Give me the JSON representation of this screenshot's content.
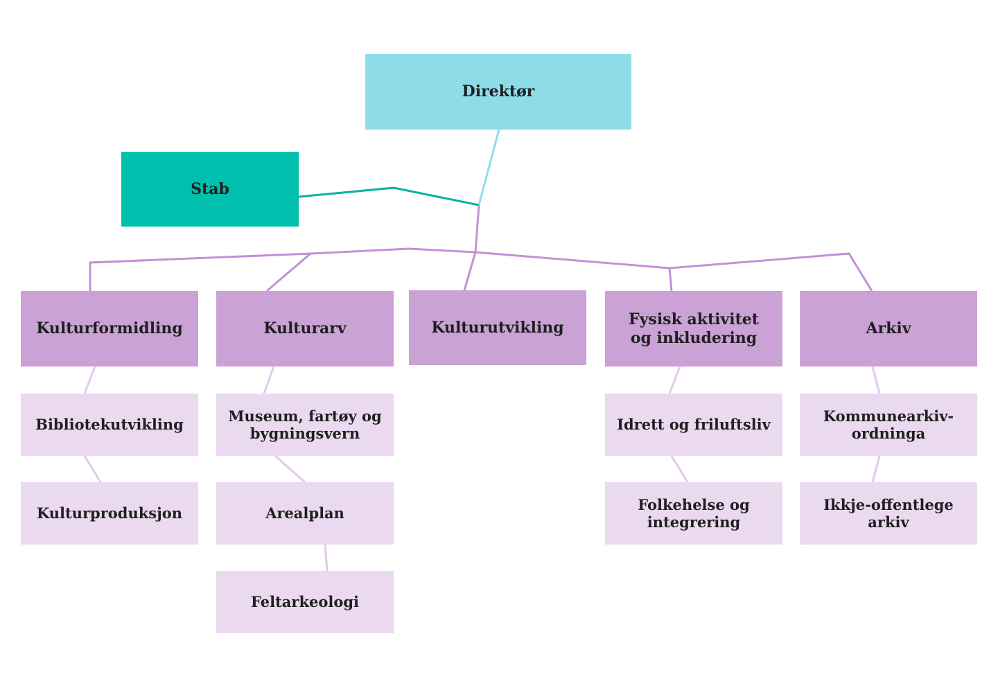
{
  "director": {
    "label": "Direktør"
  },
  "stab": {
    "label": "Stab"
  },
  "departments": [
    {
      "label": "Kulturformidling",
      "units": [
        "Bibliotekutvikling",
        "Kulturproduksjon"
      ]
    },
    {
      "label": "Kulturarv",
      "units": [
        "Museum, fartøy og bygningsvern",
        "Arealplan",
        "Feltarkeologi"
      ]
    },
    {
      "label": "Kulturutvikling",
      "units": []
    },
    {
      "label": "Fysisk aktivitet og inkludering",
      "units": [
        "Idrett og friluftsliv",
        "Folkehelse og integrering"
      ]
    },
    {
      "label": "Arkiv",
      "units": [
        "Kommunearkiv-ordninga",
        "Ikkje-offentlege arkiv"
      ]
    }
  ],
  "colors": {
    "director": "#8fdce9",
    "stab": "#00bfad",
    "department": "#caa2d6",
    "unit": "#ead9ef",
    "line_director": "#8fdce9",
    "line_stab": "#00b3a3",
    "line_department": "#c58fd6",
    "line_unit": "#e3c9ec"
  }
}
